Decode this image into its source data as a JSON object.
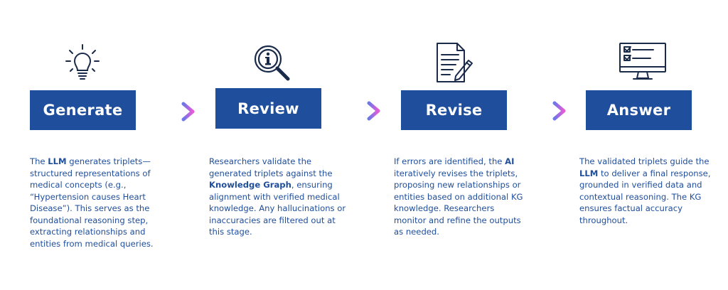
{
  "steps": [
    {
      "title": "Generate",
      "icon": "lightbulb-icon",
      "text": [
        {
          "t": "The "
        },
        {
          "t": "LLM",
          "b": true
        },
        {
          "t": " generates triplets—structured representations of medical concepts (e.g., “Hypertension causes Heart Disease”). This serves as the foundational reasoning step, extracting relationships and entities from medical queries."
        }
      ]
    },
    {
      "title": "Review",
      "icon": "magnifier-info-icon",
      "text": [
        {
          "t": "Researchers validate the generated triplets against the "
        },
        {
          "t": "Knowledge Graph",
          "b": true
        },
        {
          "t": ", ensuring alignment with verified medical knowledge. Any hallucinations or inaccuracies are filtered out at this stage."
        }
      ]
    },
    {
      "title": "Revise",
      "icon": "document-pen-icon",
      "text": [
        {
          "t": "If errors are identified, the "
        },
        {
          "t": "AI",
          "b": true
        },
        {
          "t": " iteratively revises the triplets, proposing new relationships or entities based on additional KG knowledge. Researchers monitor and refine the outputs as needed."
        }
      ]
    },
    {
      "title": "Answer",
      "icon": "monitor-checklist-icon",
      "text": [
        {
          "t": "The validated triplets guide the "
        },
        {
          "t": "LLM",
          "b": true
        },
        {
          "t": " to deliver a final response, grounded in verified data and contextual reasoning. The KG ensures factual accuracy throughout."
        }
      ]
    }
  ],
  "colors": {
    "box": "#1f4e9c",
    "text": "#1f4e9c",
    "icon": "#1a2b4a",
    "arrow_start": "#6a78e8",
    "arrow_end": "#e85ad8"
  }
}
